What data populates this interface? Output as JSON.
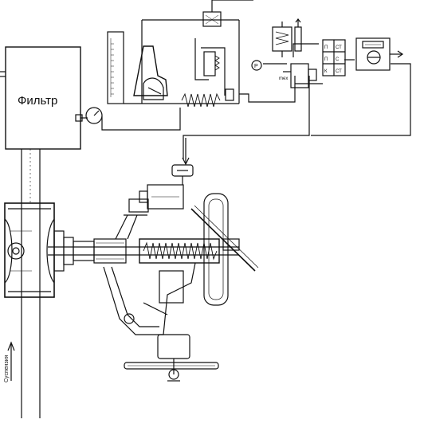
{
  "diagram": {
    "filter_label": "Фильтр",
    "flow_label": "Суспензия",
    "gauge_label": "P",
    "transducer_label": "mex",
    "panel_labels": [
      "П",
      "СТ",
      "П",
      "С",
      "К",
      "СТ"
    ]
  }
}
